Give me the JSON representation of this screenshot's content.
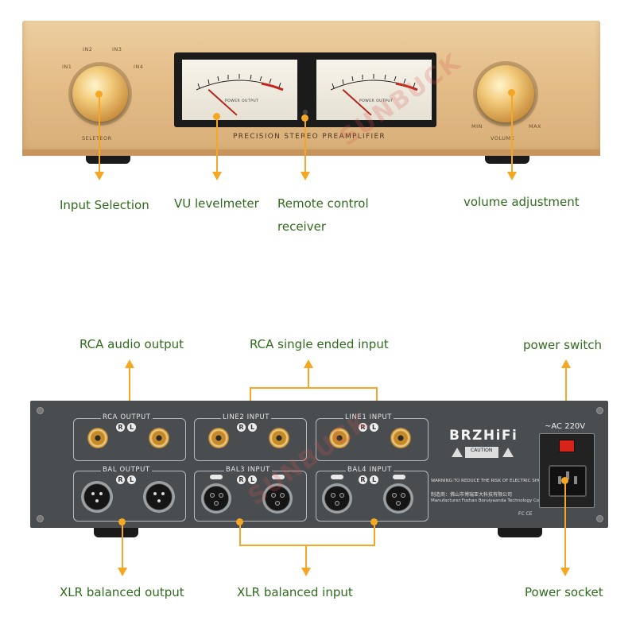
{
  "front_panel": {
    "selector_labels": [
      "IN1",
      "IN2",
      "IN3",
      "IN4"
    ],
    "selector_name": "SELETEOR",
    "title": "PRECISION STEREO PREAMPLIFIER",
    "meter_caption": "POWER OUTPUT",
    "volume_min": "MIN",
    "volume_max": "MAX",
    "volume_name": "VOLUME"
  },
  "back_panel": {
    "brand": "BRZHiFi",
    "voltage": "~AC 220V",
    "sections": {
      "rca_output": "RCA OUTPUT",
      "line2_input": "LINE2 INPUT",
      "line1_input": "LINE1 INPUT",
      "bal_output": "BAL OUTPUT",
      "bal3_input": "BAL3 INPUT",
      "bal4_input": "BAL4 INPUT"
    },
    "channel_r": "R",
    "channel_l": "L",
    "caution": "CAUTION",
    "warning": "WARNING:TO REDUCE THE RISK OF ELECTRIC SHOCK",
    "maker_cn": "制造商：佛山市博瑞亚大科技有限公司",
    "maker_en": "Manufacturer:Foshan Boruiyaanda Technology Co., Ltd",
    "cert": "FC CE"
  },
  "callouts": {
    "input_selection": "Input Selection",
    "vu_meter": "VU levelmeter",
    "remote_line1": "Remote control",
    "remote_line2": "receiver",
    "volume": "volume adjustment",
    "rca_audio_output": "RCA audio output",
    "rca_single_ended": "RCA single ended input",
    "power_switch": "power switch",
    "xlr_balanced_output": "XLR balanced output",
    "xlr_balanced_input": "XLR balanced input",
    "power_socket": "Power socket"
  },
  "watermark": "SUNBUCK",
  "colors": {
    "arrow": "#f5a623",
    "label": "#2f6b1d",
    "gold": "#e4bd88",
    "chassis": "#4a4d50"
  }
}
